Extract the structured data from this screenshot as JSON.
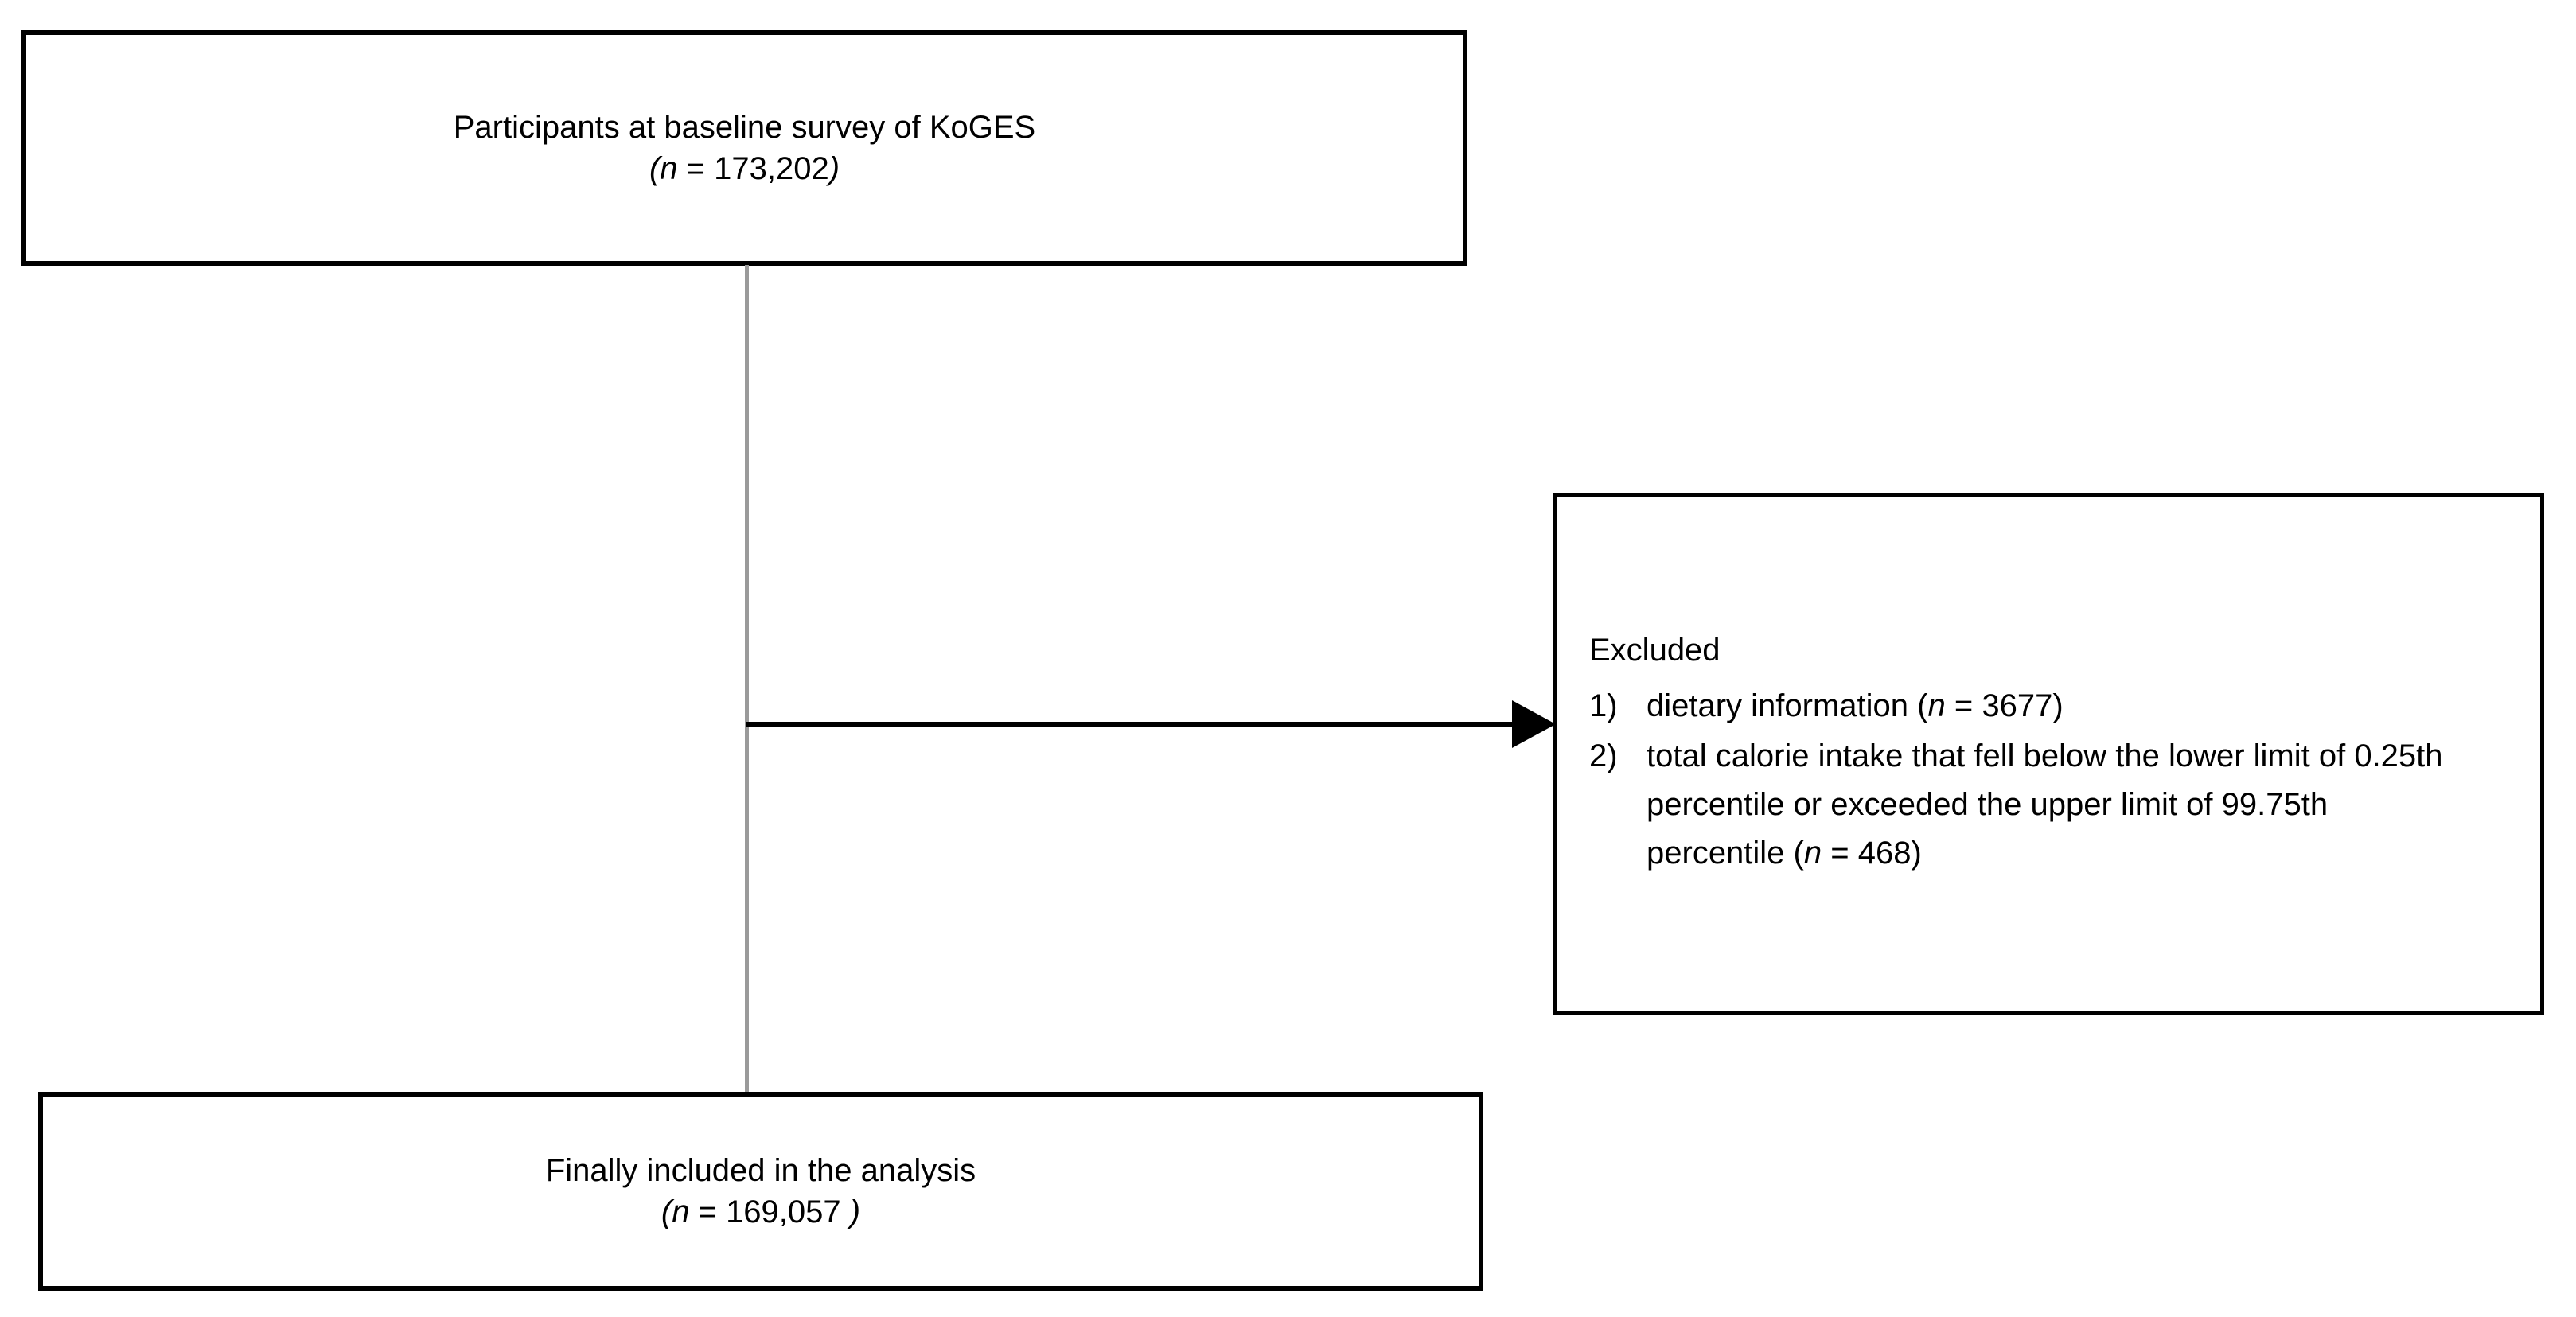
{
  "diagram": {
    "title": "KoGES participant selection flow",
    "type": "flowchart",
    "colors": {
      "box_border": "#000000",
      "box_fill": "#ffffff",
      "connector_vertical": "#9a9a9a",
      "connector_arrow": "#000000",
      "text": "#000000"
    },
    "nodes": {
      "baseline": {
        "label": "Participants at baseline survey of KoGES",
        "count_prefix": "(",
        "count_var": "n",
        "count_eq": " = ",
        "count_value": "173,202",
        "count_suffix": ")",
        "count_line": "(n = 173,202)",
        "n": 173202
      },
      "excluded": {
        "heading": "Excluded",
        "items": [
          {
            "marker": "1)",
            "text": "dietary information (n = 3677)",
            "text_before_n": "dietary information (",
            "count_var": "n",
            "count_eq": " = ",
            "count_value": "3677",
            "text_after_n": ")",
            "n": 3677
          },
          {
            "marker": "2)",
            "text": "total calorie intake that fell below the lower limit of 0.25th percentile or exceeded the upper limit of 99.75th percentile (n = 468)",
            "text_before_n": "total calorie intake that fell below the lower limit of 0.25th percentile or exceeded the upper limit of 99.75th percentile (",
            "count_var": "n",
            "count_eq": " = ",
            "count_value": "468",
            "text_after_n": ")",
            "n": 468
          }
        ]
      },
      "included": {
        "label": "Finally included in the analysis",
        "count_prefix": "(",
        "count_var": "n",
        "count_eq": " = ",
        "count_value": "169,057",
        "count_suffix": " )",
        "count_line": "(n = 169,057 )",
        "n": 169057
      }
    },
    "edges": [
      {
        "from": "baseline",
        "to": "included",
        "style": "plain-line",
        "orientation": "vertical"
      },
      {
        "from": "baseline",
        "to": "excluded",
        "style": "arrow",
        "orientation": "horizontal"
      }
    ]
  }
}
